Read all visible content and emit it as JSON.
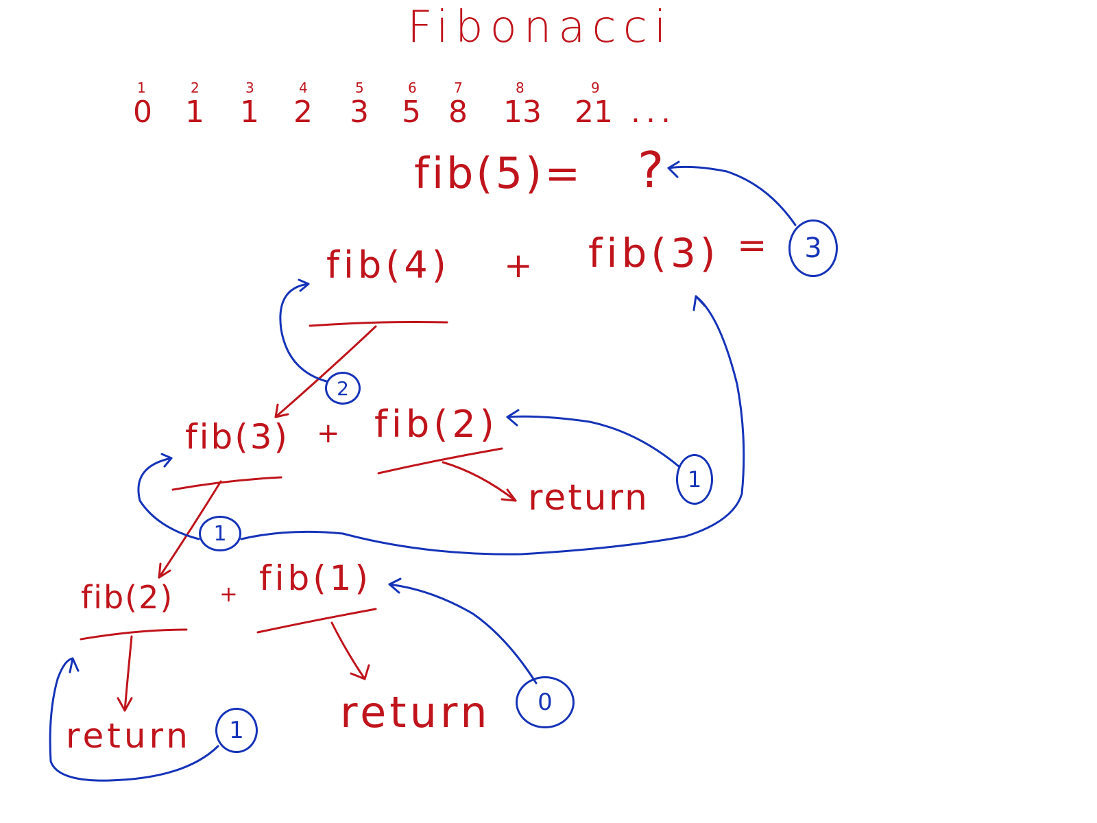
{
  "title": "Fibonacci",
  "sequence": {
    "indices": [
      "1",
      "2",
      "3",
      "4",
      "5",
      "6",
      "7",
      "8",
      "9"
    ],
    "values": [
      "0",
      "1",
      "1",
      "2",
      "3",
      "5",
      "8",
      "13",
      "21"
    ],
    "ellipsis": "..."
  },
  "question": {
    "lhs": "fib(5)=",
    "mark": "?"
  },
  "level1": {
    "left": "fib(4)",
    "plus": "+",
    "right": "fib(3)",
    "equals": "=",
    "result": "3"
  },
  "level2": {
    "left": "fib(3)",
    "plus": "+",
    "right": "fib(2)",
    "return_label": "return",
    "return_value": "1",
    "sum_result": "2"
  },
  "level3": {
    "left": "fib(2)",
    "plus": "+",
    "right": "fib(1)",
    "sum_result": "1"
  },
  "level4": {
    "left_return_label": "return",
    "left_return_value": "1",
    "right_return_label": "return",
    "right_return_value": "0"
  },
  "colors": {
    "ink_red": "#c0141c",
    "ink_blue": "#1533b8",
    "background": "#ffffff"
  }
}
